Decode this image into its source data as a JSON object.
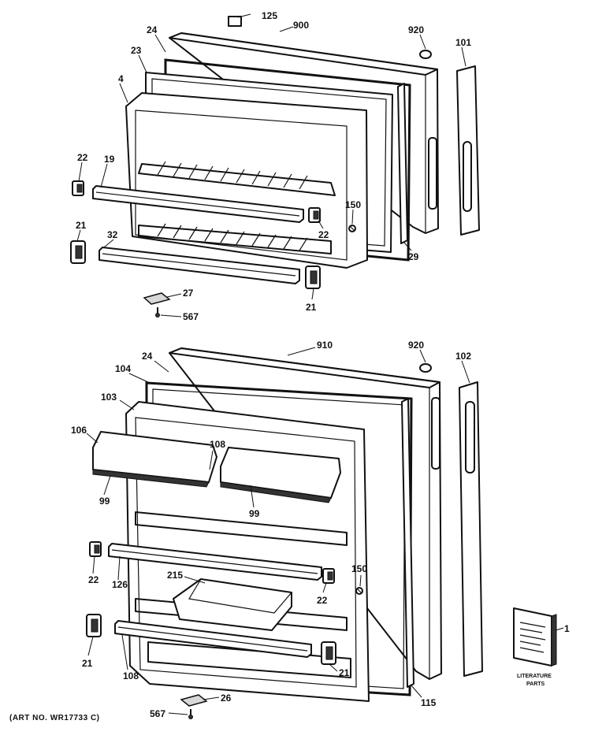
{
  "labels": {
    "p125": "125",
    "p900": "900",
    "p920a": "920",
    "p101": "101",
    "p24a": "24",
    "p23": "23",
    "p4": "4",
    "p22a": "22",
    "p19": "19",
    "p150a": "150",
    "p22b": "22",
    "p21a": "21",
    "p32": "32",
    "p29": "29",
    "p27": "27",
    "p567a": "567",
    "p21b": "21",
    "p910": "910",
    "p920b": "920",
    "p102": "102",
    "p24b": "24",
    "p104": "104",
    "p103": "103",
    "p106": "106",
    "p108a": "108",
    "p99a": "99",
    "p99b": "99",
    "p22c": "22",
    "p126": "126",
    "p150b": "150",
    "p215": "215",
    "p22d": "22",
    "p21c": "21",
    "p108b": "108",
    "p21d": "21",
    "p1": "1",
    "p115": "115",
    "p567b": "567",
    "p26": "26"
  },
  "literature": {
    "line1": "LITERATURE",
    "line2": "PARTS"
  },
  "caption": "(ART NO. WR17733 C)"
}
